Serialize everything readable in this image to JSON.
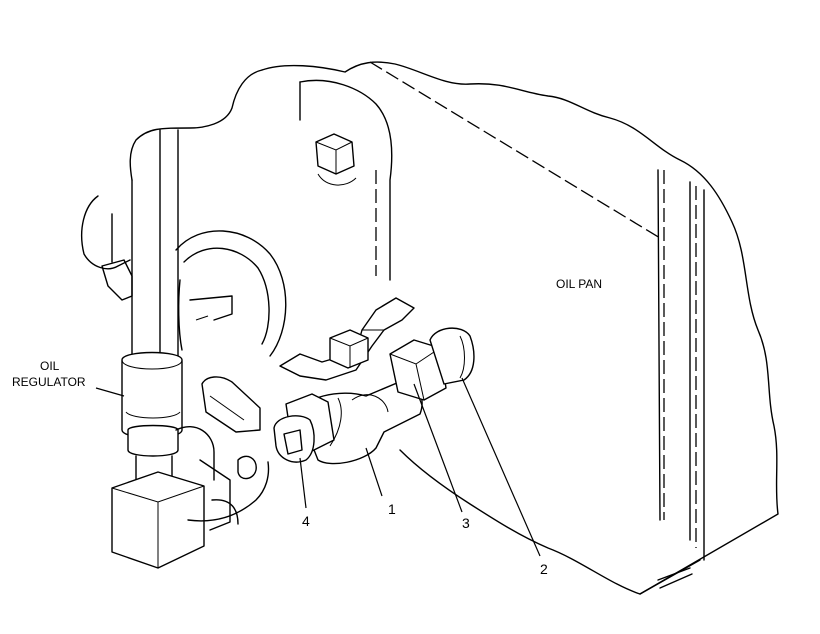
{
  "labels": {
    "oil_pan": "OIL PAN",
    "oil_regulator_line1": "OIL",
    "oil_regulator_line2": "REGULATOR",
    "callout_1": "1",
    "callout_2": "2",
    "callout_3": "3",
    "callout_4": "4"
  }
}
